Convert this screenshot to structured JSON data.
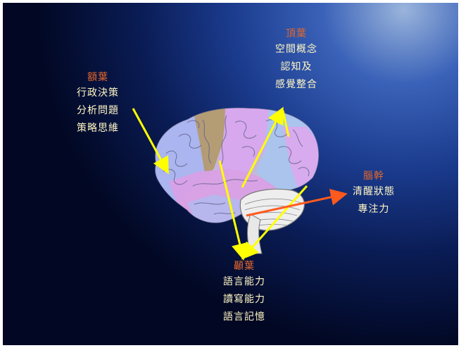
{
  "frontal": {
    "title": "額葉",
    "lines": [
      "行政決策",
      "分析問題",
      "策略思維"
    ]
  },
  "parietal": {
    "title": "頂葉",
    "lines": [
      "空間概念",
      "認知及",
      "感覺整合"
    ]
  },
  "brainstem": {
    "title": "腦幹",
    "lines": [
      "清醒狀態",
      "專注力"
    ]
  },
  "temporal": {
    "title": "顳葉",
    "lines": [
      "語言能力",
      "讀寫能力",
      "語言記憶"
    ]
  },
  "colors": {
    "heading": "#e2672a",
    "text": "#fff7c4",
    "arrow_yellow": "#ffff00",
    "arrow_orange": "#ff5a1e",
    "frontal_region": "#aab4f0",
    "parietal_region": "#d8a6ee",
    "temporal_region": "#d9a0e6",
    "motor_region": "#b39a70"
  }
}
